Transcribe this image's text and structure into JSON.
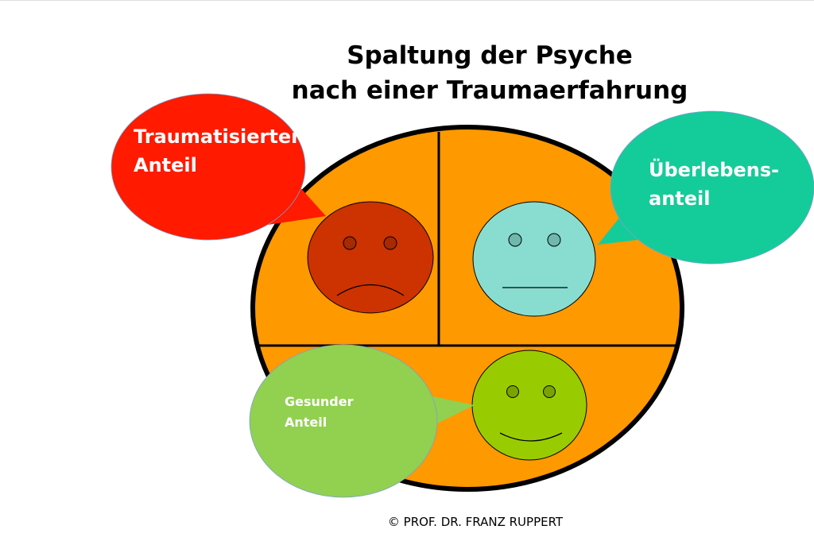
{
  "title": {
    "line1": "Spaltung der Psyche",
    "line2": "nach einer Traumaerfahrung"
  },
  "parts": {
    "traumatized": {
      "line1": "Traumatisierter",
      "line2": "Anteil",
      "color": "#ff1a00",
      "face_color": "#cc3300",
      "mood": "sad"
    },
    "survival": {
      "line1": "Überlebens-",
      "line2": "anteil",
      "color": "#14cc99",
      "face_color": "#88ddd0",
      "mood": "neutral"
    },
    "healthy": {
      "line1": "Gesunder",
      "line2": "Anteil",
      "color": "#92d050",
      "face_color": "#99cc00",
      "mood": "happy"
    }
  },
  "psyche_color": "#ff9900",
  "copyright": "© PROF. DR. FRANZ RUPPERT"
}
